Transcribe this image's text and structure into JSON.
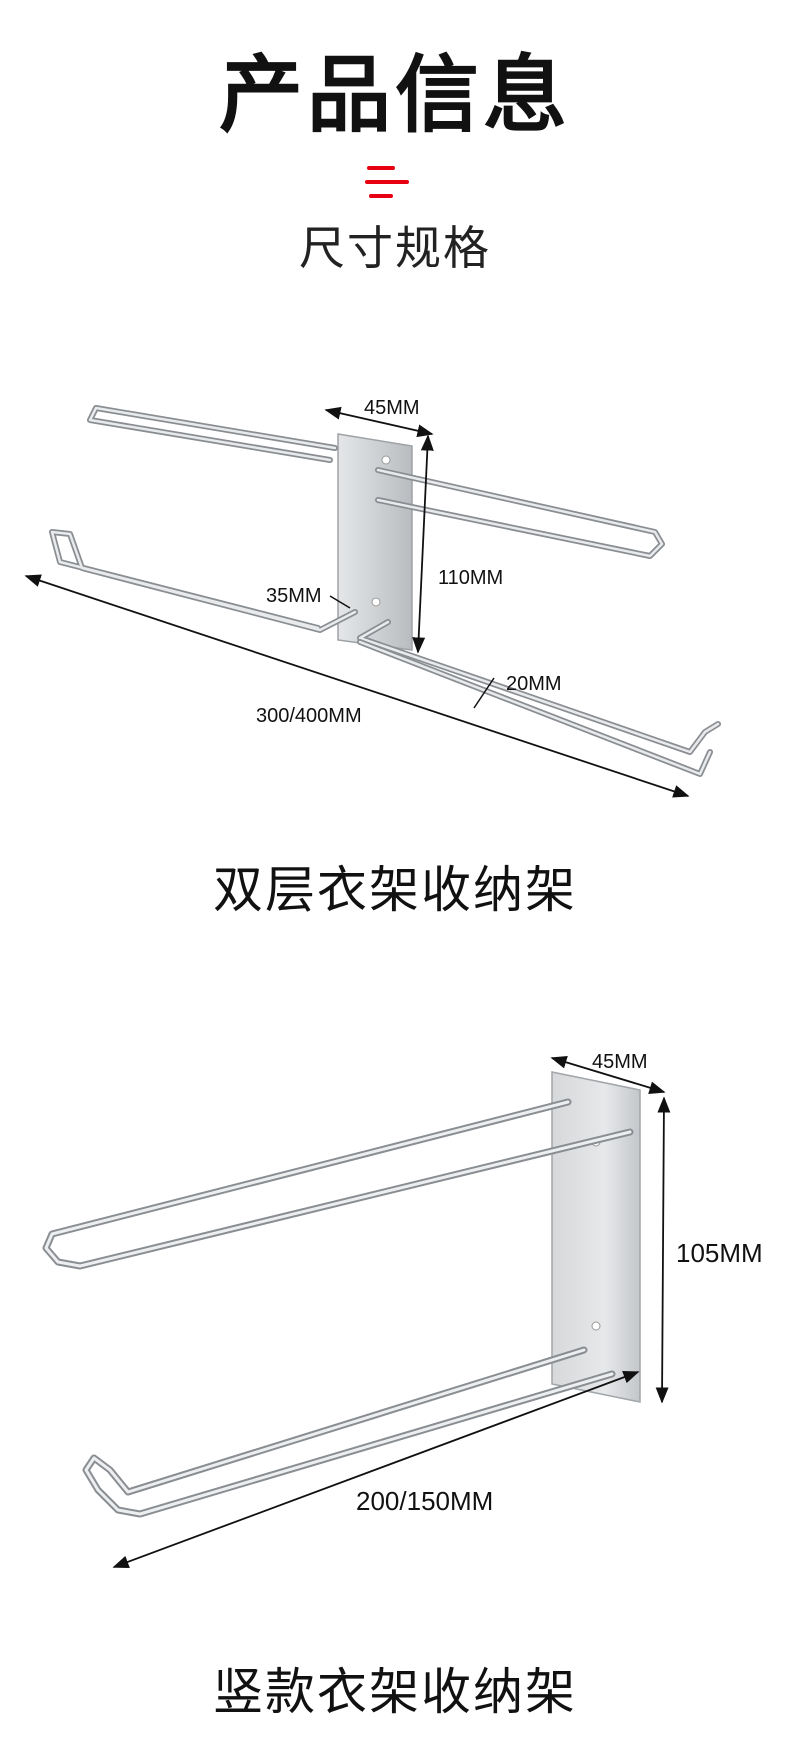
{
  "header": {
    "title": "产品信息",
    "menu_icon": "menu-lines-icon",
    "accent_color": "#e60012",
    "subtitle": "尺寸规格"
  },
  "products": [
    {
      "name": "双层衣架收纳架",
      "dimensions": {
        "width": "45MM",
        "height": "110MM",
        "gap": "35MM",
        "diameter": "20MM",
        "length": "300/400MM"
      }
    },
    {
      "name": "竖款衣架收纳架",
      "dimensions": {
        "width": "45MM",
        "height": "105MM",
        "length": "200/150MM"
      }
    }
  ]
}
